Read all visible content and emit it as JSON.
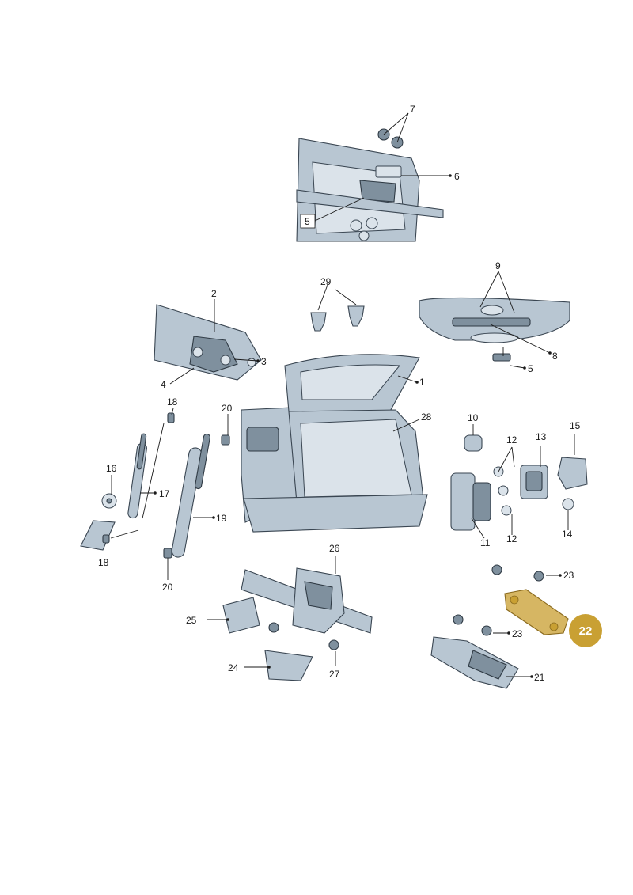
{
  "diagram": {
    "accent_color": "#c9a033",
    "highlighted_part": "22",
    "callouts": [
      "1",
      "2",
      "3",
      "4",
      "5",
      "5",
      "6",
      "7",
      "8",
      "9",
      "10",
      "11",
      "12",
      "12",
      "13",
      "14",
      "15",
      "16",
      "17",
      "18",
      "18",
      "19",
      "20",
      "20",
      "21",
      "23",
      "23",
      "24",
      "25",
      "26",
      "27",
      "28",
      "29"
    ]
  }
}
